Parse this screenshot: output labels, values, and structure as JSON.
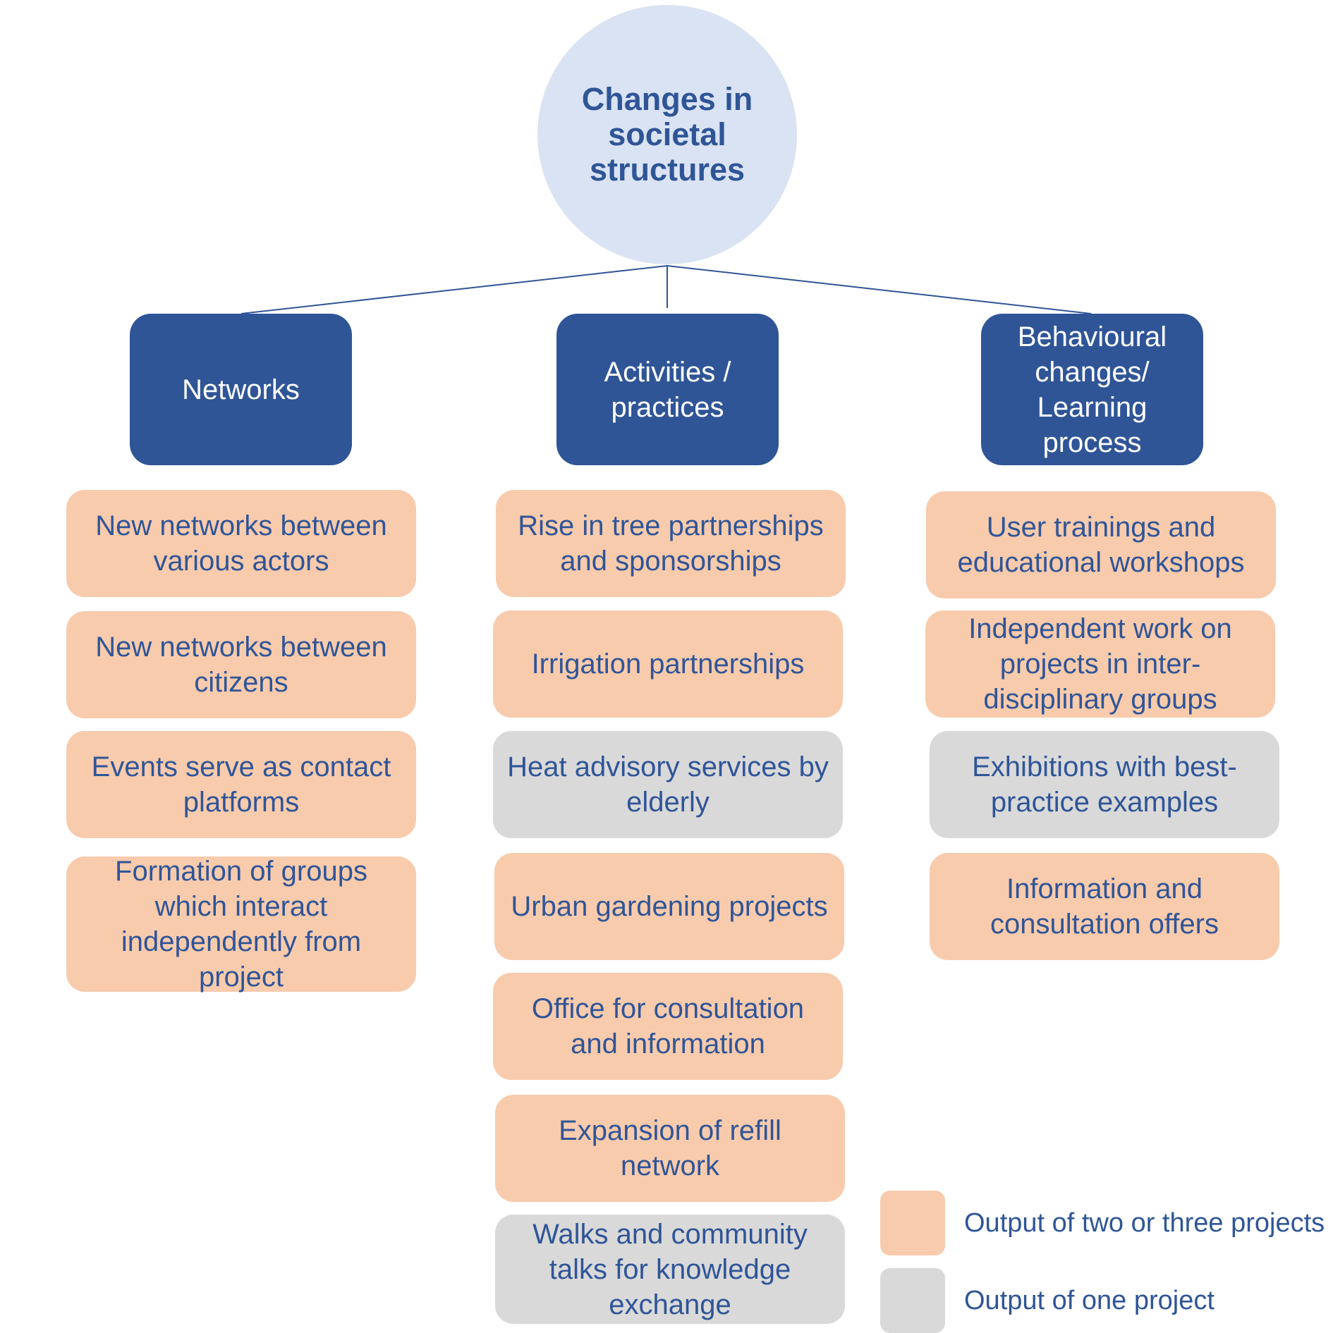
{
  "root": {
    "label": "Changes in societal structures"
  },
  "categories": [
    {
      "label": "Networks",
      "items": [
        {
          "label": "New networks between various actors",
          "output": "multi"
        },
        {
          "label": "New networks between citizens",
          "output": "multi"
        },
        {
          "label": "Events serve as contact platforms",
          "output": "multi"
        },
        {
          "label": "Formation of groups which interact independently from project",
          "output": "multi"
        }
      ]
    },
    {
      "label": "Activities / practices",
      "items": [
        {
          "label": "Rise in tree partnerships and sponsorships",
          "output": "multi"
        },
        {
          "label": "Irrigation partnerships",
          "output": "multi"
        },
        {
          "label": "Heat advisory services by elderly",
          "output": "single"
        },
        {
          "label": "Urban gardening projects",
          "output": "multi"
        },
        {
          "label": "Office for consultation and information",
          "output": "multi"
        },
        {
          "label": "Expansion of refill network",
          "output": "multi"
        },
        {
          "label": "Walks and community talks for knowledge exchange",
          "output": "single"
        }
      ]
    },
    {
      "label": "Behavioural changes/ Learning process",
      "items": [
        {
          "label": "User trainings and educational workshops",
          "output": "multi"
        },
        {
          "label": "Independent work on projects in inter-disciplinary groups",
          "output": "multi"
        },
        {
          "label": "Exhibitions with best-practice examples",
          "output": "single"
        },
        {
          "label": "Information and consultation offers",
          "output": "multi"
        }
      ]
    }
  ],
  "legend": {
    "multi": {
      "label": "Output of two or three projects",
      "color": "#f8cbad"
    },
    "single": {
      "label": "Output of one project",
      "color": "#d9d9d9"
    }
  },
  "colors": {
    "root_fill": "#dae3f3",
    "category_fill": "#2f5597",
    "text": "#2f5597",
    "connector": "#2f5597"
  }
}
